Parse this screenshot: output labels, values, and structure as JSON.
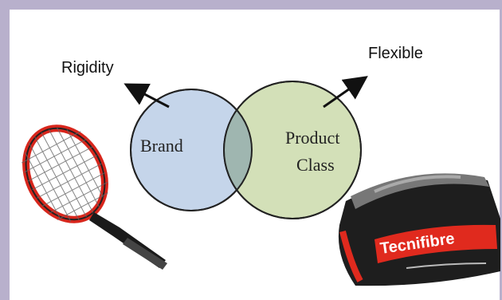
{
  "diagram": {
    "labels": {
      "left_arrow": "Rigidity",
      "right_arrow": "Flexible",
      "left_circle": "Brand",
      "right_circle_line1": "Product",
      "right_circle_line2": "Class"
    },
    "bag_brand": "Tecnifibre",
    "colors": {
      "left_circle": "#c5d5ea",
      "right_circle": "#d3e0b8",
      "overlap": "#9fb6b0",
      "outline": "#222222",
      "frame": "#b8b0cc"
    }
  }
}
